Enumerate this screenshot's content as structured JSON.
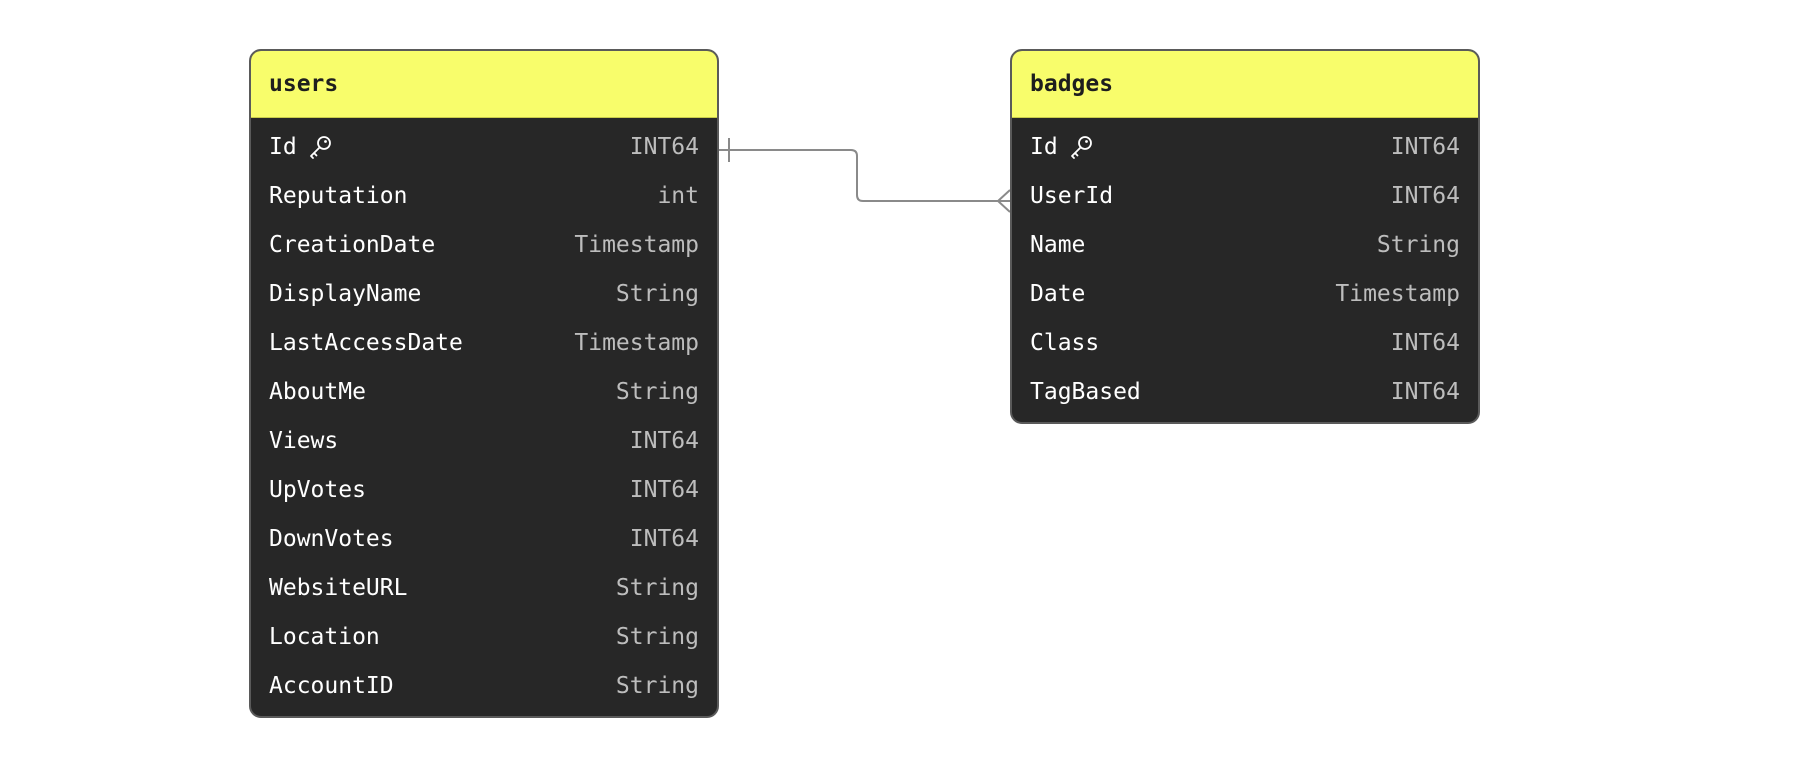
{
  "tables": [
    {
      "name": "users",
      "columns": [
        {
          "name": "Id",
          "type": "INT64",
          "key": true
        },
        {
          "name": "Reputation",
          "type": "int",
          "key": false
        },
        {
          "name": "CreationDate",
          "type": "Timestamp",
          "key": false
        },
        {
          "name": "DisplayName",
          "type": "String",
          "key": false
        },
        {
          "name": "LastAccessDate",
          "type": "Timestamp",
          "key": false
        },
        {
          "name": "AboutMe",
          "type": "String",
          "key": false
        },
        {
          "name": "Views",
          "type": "INT64",
          "key": false
        },
        {
          "name": "UpVotes",
          "type": "INT64",
          "key": false
        },
        {
          "name": "DownVotes",
          "type": "INT64",
          "key": false
        },
        {
          "name": "WebsiteURL",
          "type": "String",
          "key": false
        },
        {
          "name": "Location",
          "type": "String",
          "key": false
        },
        {
          "name": "AccountID",
          "type": "String",
          "key": false
        }
      ]
    },
    {
      "name": "badges",
      "columns": [
        {
          "name": "Id",
          "type": "INT64",
          "key": true
        },
        {
          "name": "UserId",
          "type": "INT64",
          "key": false
        },
        {
          "name": "Name",
          "type": "String",
          "key": false
        },
        {
          "name": "Date",
          "type": "Timestamp",
          "key": false
        },
        {
          "name": "Class",
          "type": "INT64",
          "key": false
        },
        {
          "name": "TagBased",
          "type": "INT64",
          "key": false
        }
      ]
    }
  ],
  "relationship": {
    "from_table": "users",
    "from_column": "Id",
    "to_table": "badges",
    "to_column": "UserId",
    "from_cardinality": "one",
    "to_cardinality": "many"
  },
  "colors": {
    "header_bg": "#f8fd6b",
    "card_bg": "#272727",
    "border": "#5a5a5a",
    "connector": "#8a8a8a",
    "column_text": "#ffffff",
    "type_text": "#bdbdbd"
  }
}
